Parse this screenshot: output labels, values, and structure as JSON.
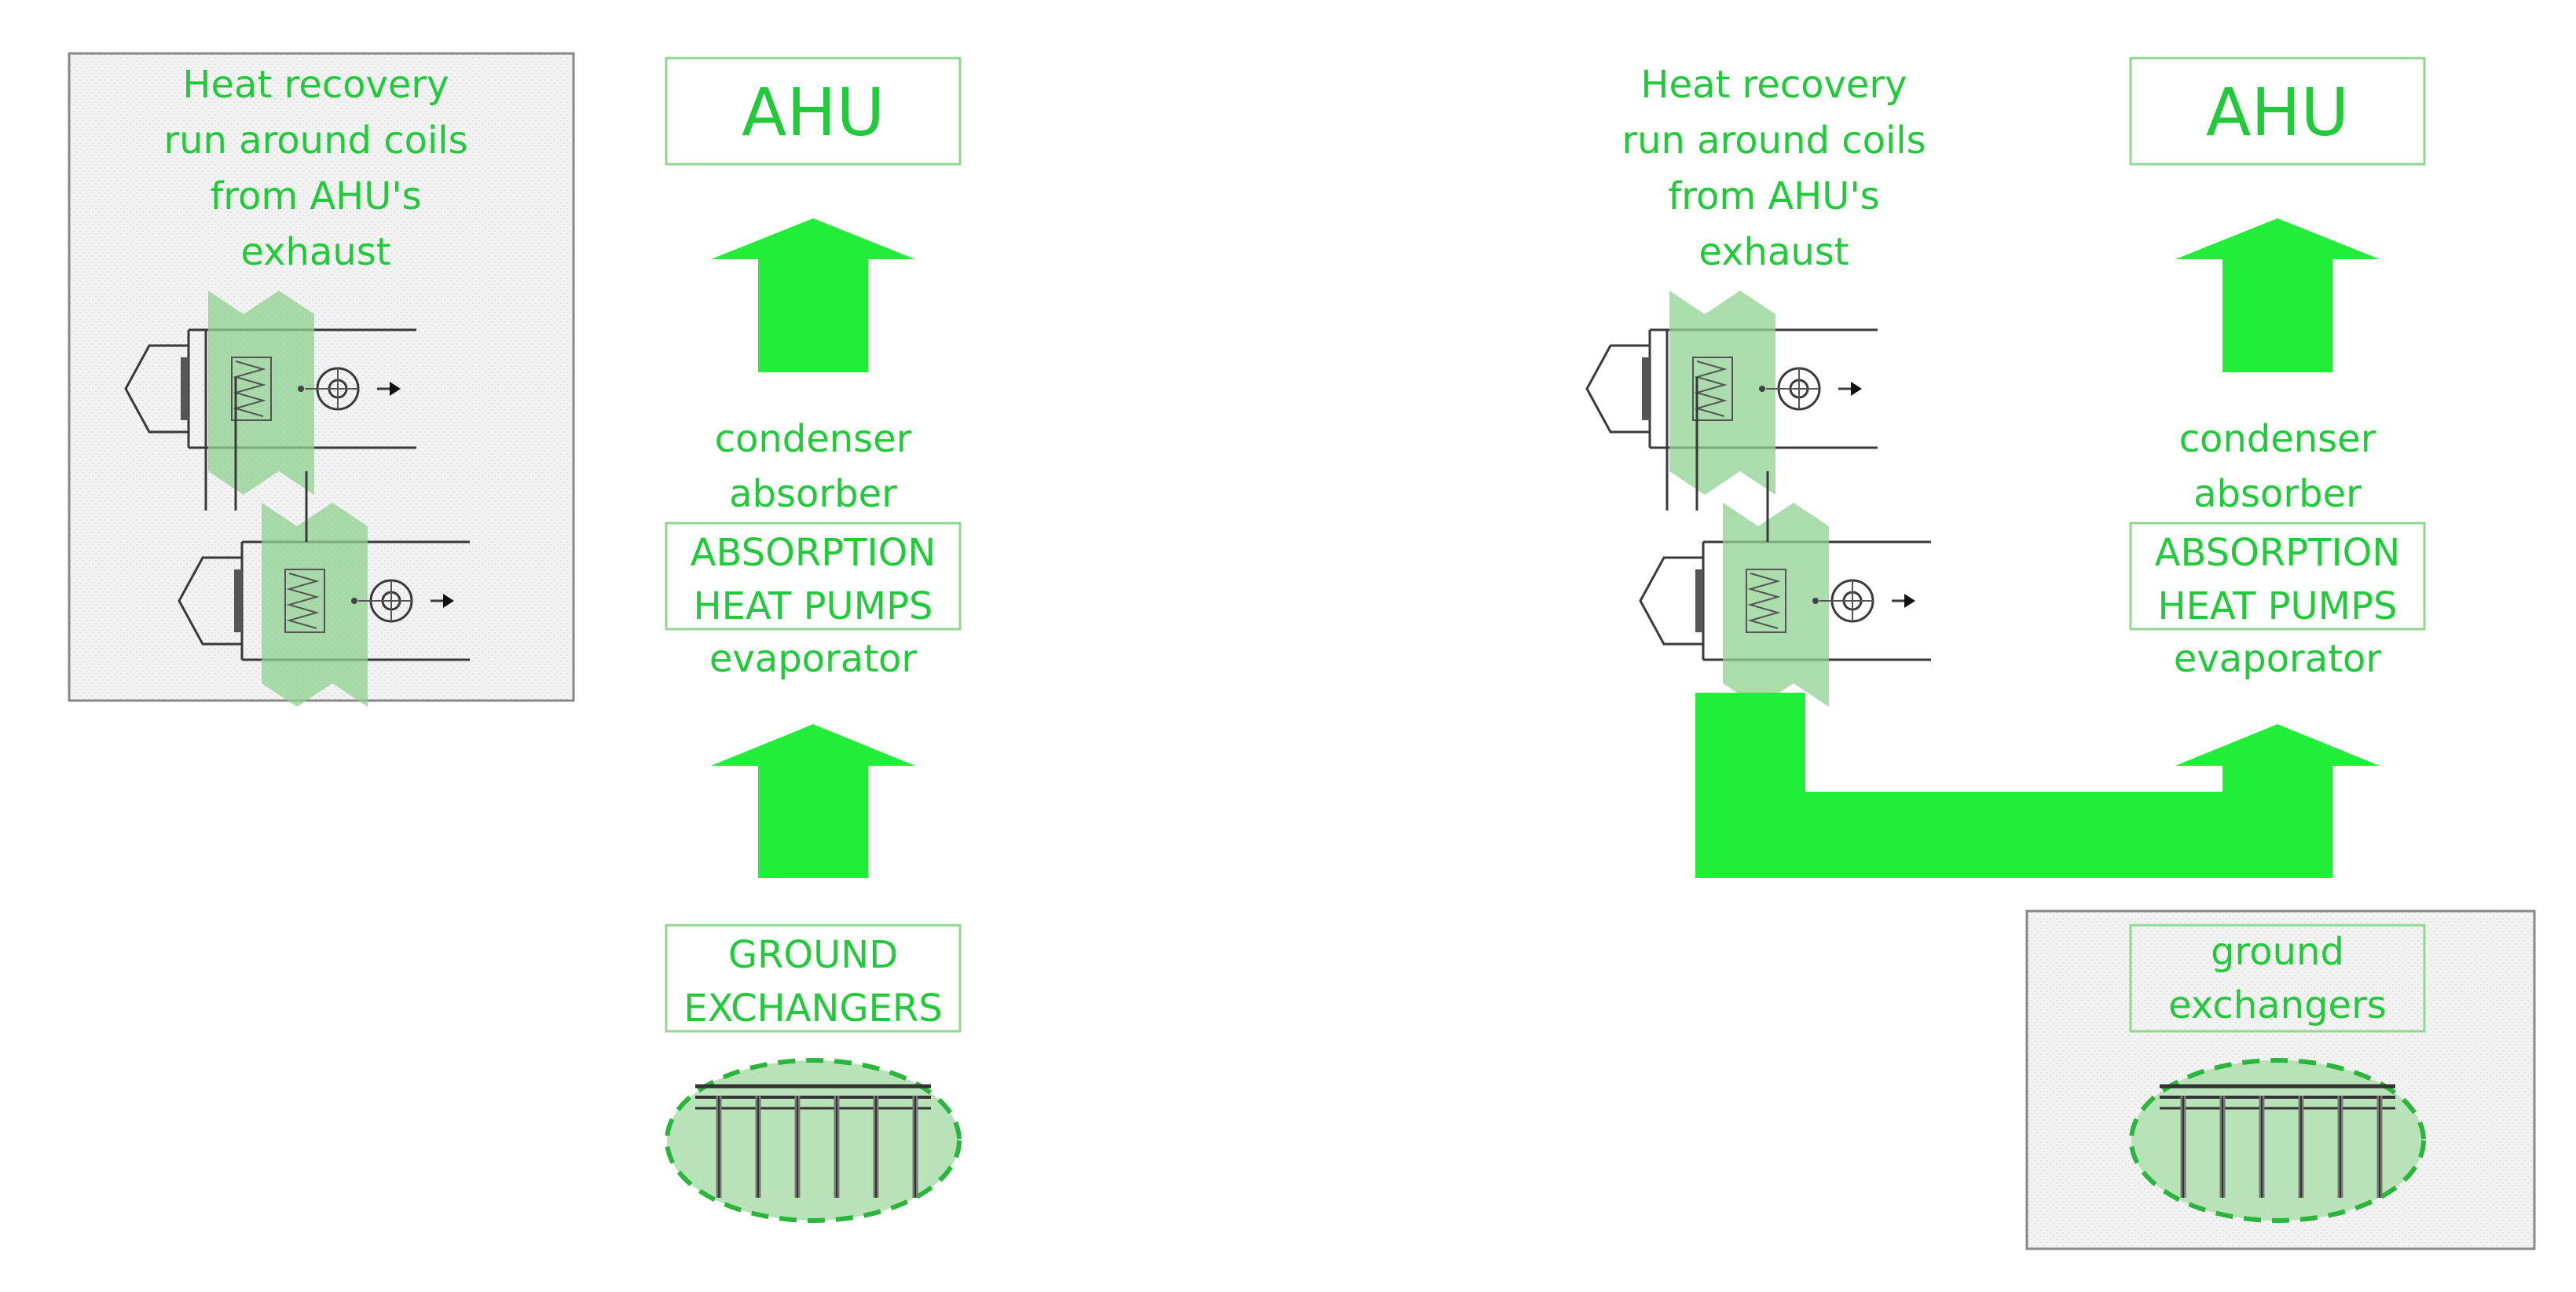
{
  "colors": {
    "accent_green": "#22c93a",
    "arrow_green": "#22ee3a",
    "box_border": "#90d890",
    "coil_green": "#9bd39b",
    "panel_bg": "#f1f1f1",
    "panel_border": "#888888"
  },
  "left": {
    "heat_recovery": {
      "line1": "Heat recovery",
      "line2": "run around coils",
      "line3": "from AHU's",
      "line4": "exhaust"
    },
    "ahu": "AHU",
    "condenser": "condenser",
    "absorber": "absorber",
    "absorption_line1": "ABSORPTION",
    "absorption_line2": "HEAT PUMPS",
    "evaporator": "evaporator",
    "ground_line1": "GROUND",
    "ground_line2": "EXCHANGERS"
  },
  "right": {
    "heat_recovery": {
      "line1": "Heat recovery",
      "line2": "run around coils",
      "line3": "from AHU's",
      "line4": "exhaust"
    },
    "ahu": "AHU",
    "condenser": "condenser",
    "absorber": "absorber",
    "absorption_line1": "ABSORPTION",
    "absorption_line2": "HEAT PUMPS",
    "evaporator": "evaporator",
    "ground_line1": "ground",
    "ground_line2": "exchangers"
  },
  "icons": {
    "air_handler_coil": "air-handler-coil-icon",
    "ground_field": "borehole-field-icon"
  }
}
